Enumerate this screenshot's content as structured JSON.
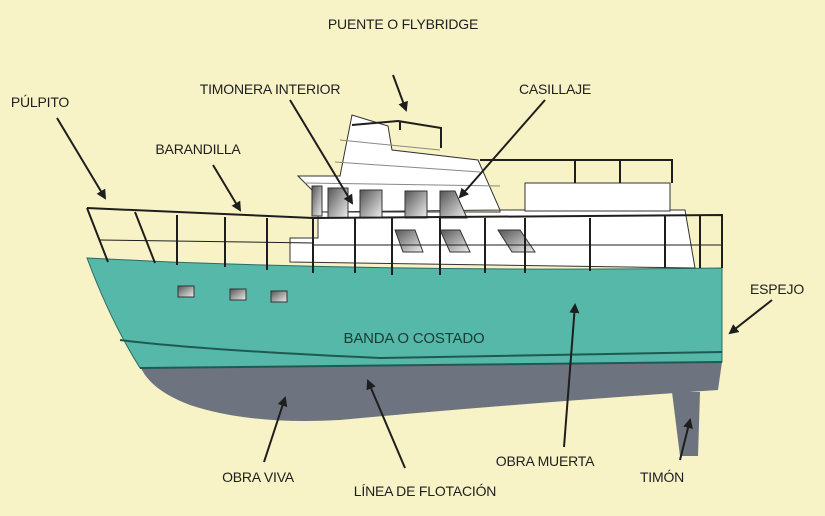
{
  "labels": {
    "flybridge": "PUENTE O FLYBRIDGE",
    "pulpito": "PÚLPITO",
    "timonera": "TIMONERA INTERIOR",
    "casillaje": "CASILLAJE",
    "barandilla": "BARANDILLA",
    "espejo": "ESPEJO",
    "banda": "BANDA O COSTADO",
    "obra_viva": "OBRA VIVA",
    "linea_flotacion": "LÍNEA DE FLOTACIÓN",
    "obra_muerta": "OBRA MUERTA",
    "timon": "TIMÓN"
  },
  "colors": {
    "background": "#f7f3c6",
    "hull": "#55b8a8",
    "underwater": "#6d7480",
    "superstructure": "#ffffff",
    "lines": "#1e1e1e"
  }
}
